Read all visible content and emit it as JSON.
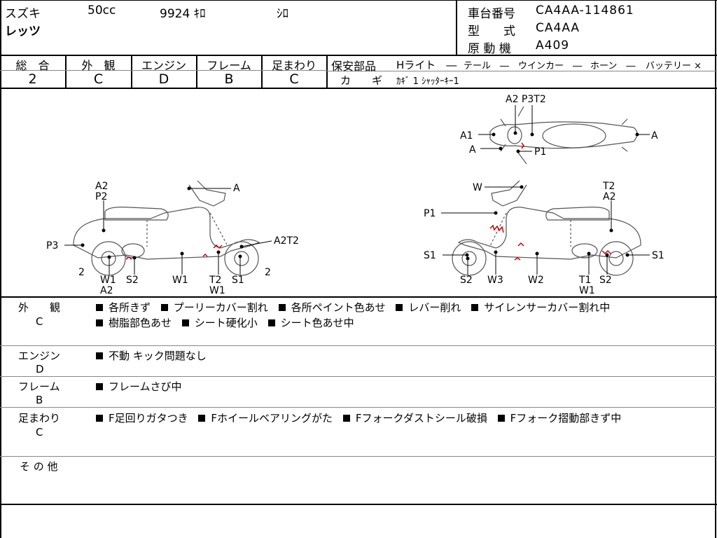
{
  "header": {
    "maker": "スズキ",
    "model_name": "レッツ",
    "displacement": "50cc",
    "mileage": "9924 ｷﾛ",
    "color": "ｼﾛ",
    "frame_label": "車台番号",
    "frame_value": "CA4AA-114861",
    "type_label": "型　　式",
    "type_value": "CA4AA",
    "engine_label": "原 動 機",
    "engine_value": "A409"
  },
  "grades": {
    "overall": {
      "label": "総　合",
      "value": "2"
    },
    "exterior": {
      "label": "外　観",
      "value": "C"
    },
    "engine": {
      "label": "エンジン",
      "value": "D"
    },
    "frame": {
      "label": "フレーム",
      "value": "B"
    },
    "suspension": {
      "label": "足まわり",
      "value": "C"
    }
  },
  "safety": {
    "label": "保安部品",
    "headlight": "Hライト　―",
    "tail": "テール　―",
    "winker": "ウインカー　―",
    "horn": "ホーン　―",
    "battery": "バッテリー ×",
    "key_label": "カ　　ギ",
    "key_value": "ｶｷﾞ 1 ｼｬｯﾀｰｷｰ1"
  },
  "diagram_labels": {
    "top_a2p3t2": "A2 P3T2",
    "top_a1": "A1",
    "top_a_left": "A",
    "top_a_right": "A",
    "top_p1": "P1",
    "left_a2": "A2",
    "left_p2": "P2",
    "left_a": "A",
    "left_p3": "P3",
    "left_a2t2": "A2T2",
    "left_2a": "2",
    "left_2b": "2",
    "left_w1": "W1",
    "left_a2b": "A2",
    "left_s2": "S2",
    "left_w1b": "W1",
    "left_t2": "T2",
    "left_w1c": "W1",
    "left_s1": "S1",
    "right_w": "W",
    "right_t2": "T2",
    "right_a2": "A2",
    "right_p1": "P1",
    "right_s1a": "S1",
    "right_s1b": "S1",
    "right_s2": "S2",
    "right_w3": "W3",
    "right_w2": "W2",
    "right_t1": "T1",
    "right_s2b": "S2",
    "right_w1": "W1"
  },
  "remarks": {
    "exterior": {
      "label": "外　　観",
      "grade": "C",
      "line1": [
        "各所きず",
        "プーリーカバー割れ",
        "各所ペイント色あせ",
        "レバー削れ",
        "サイレンサーカバー割れ中"
      ],
      "line2": [
        "樹脂部色あせ",
        "シート硬化小",
        "シート色あせ中"
      ]
    },
    "engine": {
      "label": "エンジン",
      "grade": "D",
      "items": [
        "不動 キック問題なし"
      ]
    },
    "frame": {
      "label": "フレーム",
      "grade": "B",
      "items": [
        "フレームさび中"
      ]
    },
    "suspension": {
      "label": "足まわり",
      "grade": "C",
      "items": [
        "F足回りガタつき",
        "Fホイールベアリングがた",
        "Fフォークダストシール破損",
        "Fフォーク摺動部きず中"
      ]
    },
    "other": {
      "label": "そ の 他"
    }
  }
}
